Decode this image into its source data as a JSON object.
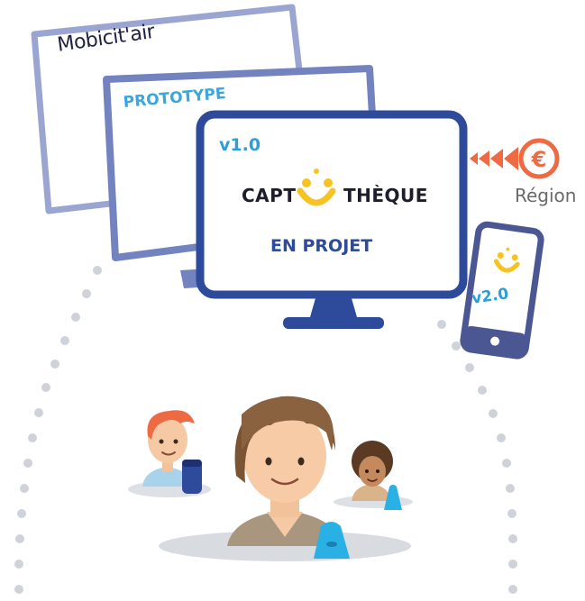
{
  "brand": {
    "mobicitair": "Mobicit'air"
  },
  "screens": {
    "prototype_label": "PROTOTYPE",
    "v1_label": "v1.0",
    "logo_left": "CAPT",
    "logo_right": "THÈQUE",
    "status_label": "EN PROJET"
  },
  "funding": {
    "region_label": "Région",
    "currency_symbol": "€"
  },
  "phone": {
    "version_label": "v2.0"
  },
  "colors": {
    "monitor_blue": "#2e4a9a",
    "faded_blue": "#8d9ac8",
    "light_blue_text": "#3aa6dd",
    "accent_orange": "#ee6a43",
    "smile_yellow": "#f6c323",
    "fin_cyan": "#29b1e6"
  }
}
